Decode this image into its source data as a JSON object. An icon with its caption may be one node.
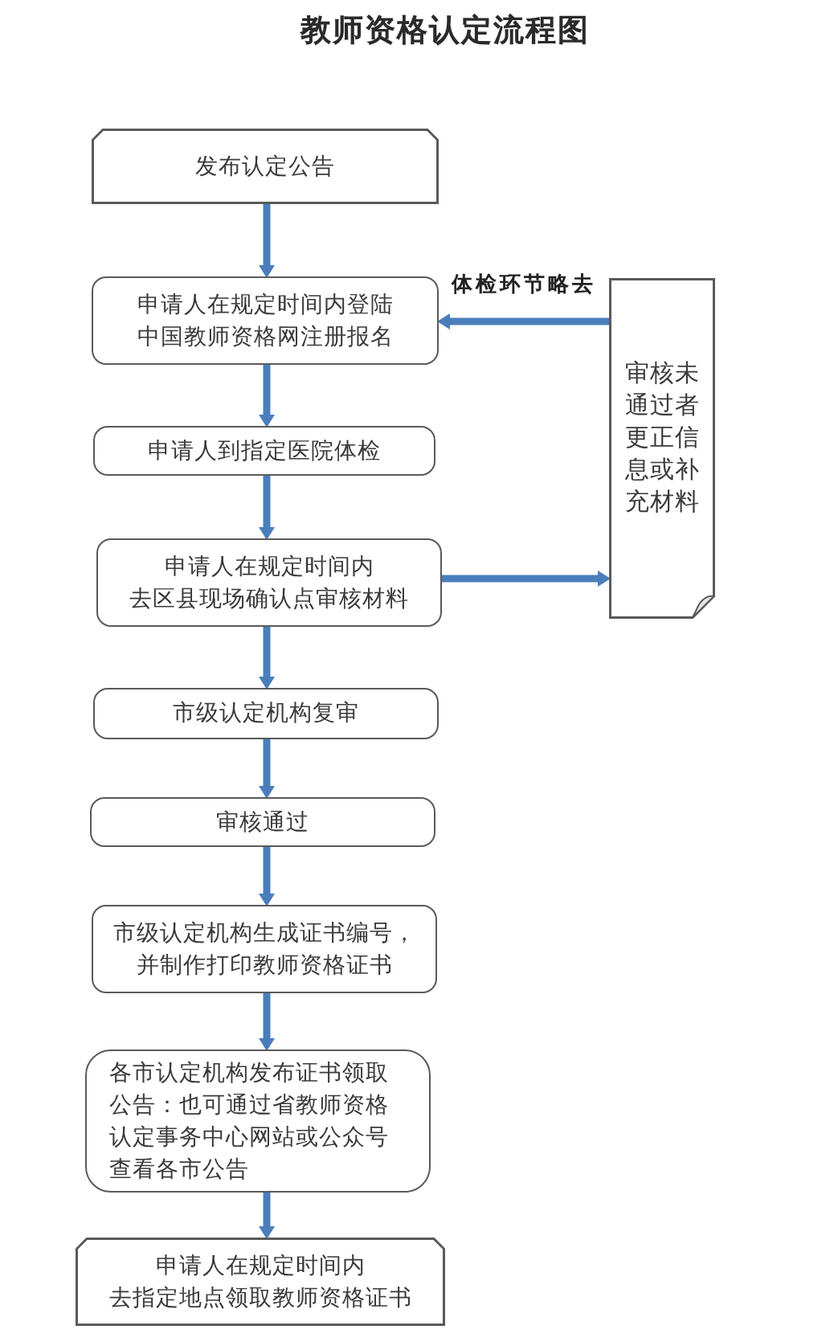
{
  "diagram": {
    "title": "教师资格认定流程图",
    "nodes": [
      {
        "text": [
          "发布认定公告"
        ]
      },
      {
        "text": [
          "申请人在规定时间内登陆中国教师资格网注册报名"
        ]
      },
      {
        "text": [
          "申请人到指定医院体检"
        ]
      },
      {
        "text": [
          "申请人在规定时间内去区县现场确认点审核材料"
        ]
      },
      {
        "text": [
          "市级认定机构复审"
        ]
      },
      {
        "text": [
          "审核通过"
        ]
      },
      {
        "text": [
          "市级认定机构生成证书编号，并制作打印教师资格证书"
        ]
      },
      {
        "text": [
          "各市认定机构发布证书领取公告：也可通过省教师资格认定事务中心网站或公众号查看各市公告"
        ]
      },
      {
        "text": [
          "申请人在规定时间内去指定地点领取教师资格证书"
        ]
      },
      {
        "text": [
          "审核未通过者更正信息或补充材料"
        ]
      }
    ],
    "edges": [
      {
        "from": 0,
        "to": 1,
        "arrow": "to"
      },
      {
        "from": 1,
        "to": 2,
        "arrow": "to"
      },
      {
        "from": 2,
        "to": 3,
        "arrow": "to"
      },
      {
        "from": 3,
        "to": 9,
        "arrow": "to"
      },
      {
        "from": 9,
        "to": 1,
        "arrow": "to",
        "label": "体检环节略去"
      },
      {
        "from": 3,
        "to": 4,
        "arrow": "to"
      },
      {
        "from": 4,
        "to": 5,
        "arrow": "to"
      },
      {
        "from": 5,
        "to": 6,
        "arrow": "to"
      },
      {
        "from": 6,
        "to": 7,
        "arrow": "to"
      },
      {
        "from": 7,
        "to": 8,
        "arrow": "to"
      }
    ]
  }
}
